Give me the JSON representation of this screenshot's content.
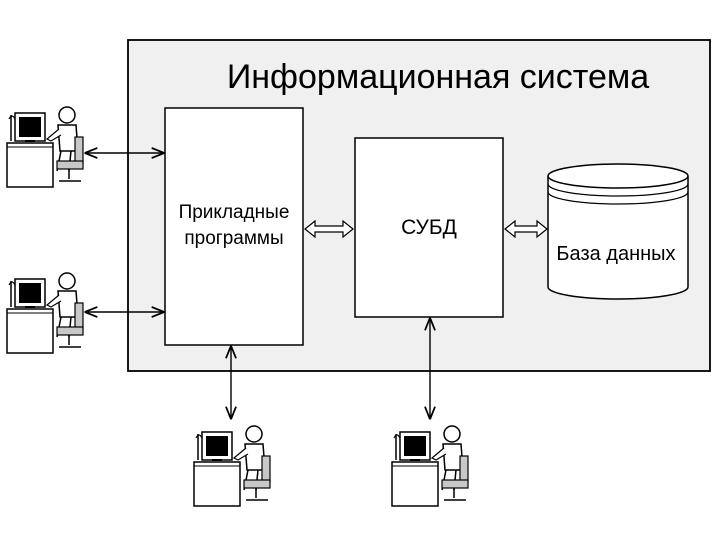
{
  "system": {
    "title": "Информационная система"
  },
  "blocks": {
    "apps": [
      "Прикладные",
      "программы"
    ],
    "dbms": "СУБД",
    "database": "База данных"
  },
  "colors": {
    "system_fill": "#f0f0f0",
    "block_fill": "#ffffff",
    "stroke": "#000000",
    "monitor_screen": "#000000",
    "chair_gray": "#c8c8c8"
  },
  "users": [
    {
      "icon": "user-at-computer-icon",
      "connects_to": "apps"
    },
    {
      "icon": "user-at-computer-icon",
      "connects_to": "apps"
    },
    {
      "icon": "user-at-computer-icon",
      "connects_to": "apps"
    },
    {
      "icon": "user-at-computer-icon",
      "connects_to": "dbms"
    }
  ]
}
